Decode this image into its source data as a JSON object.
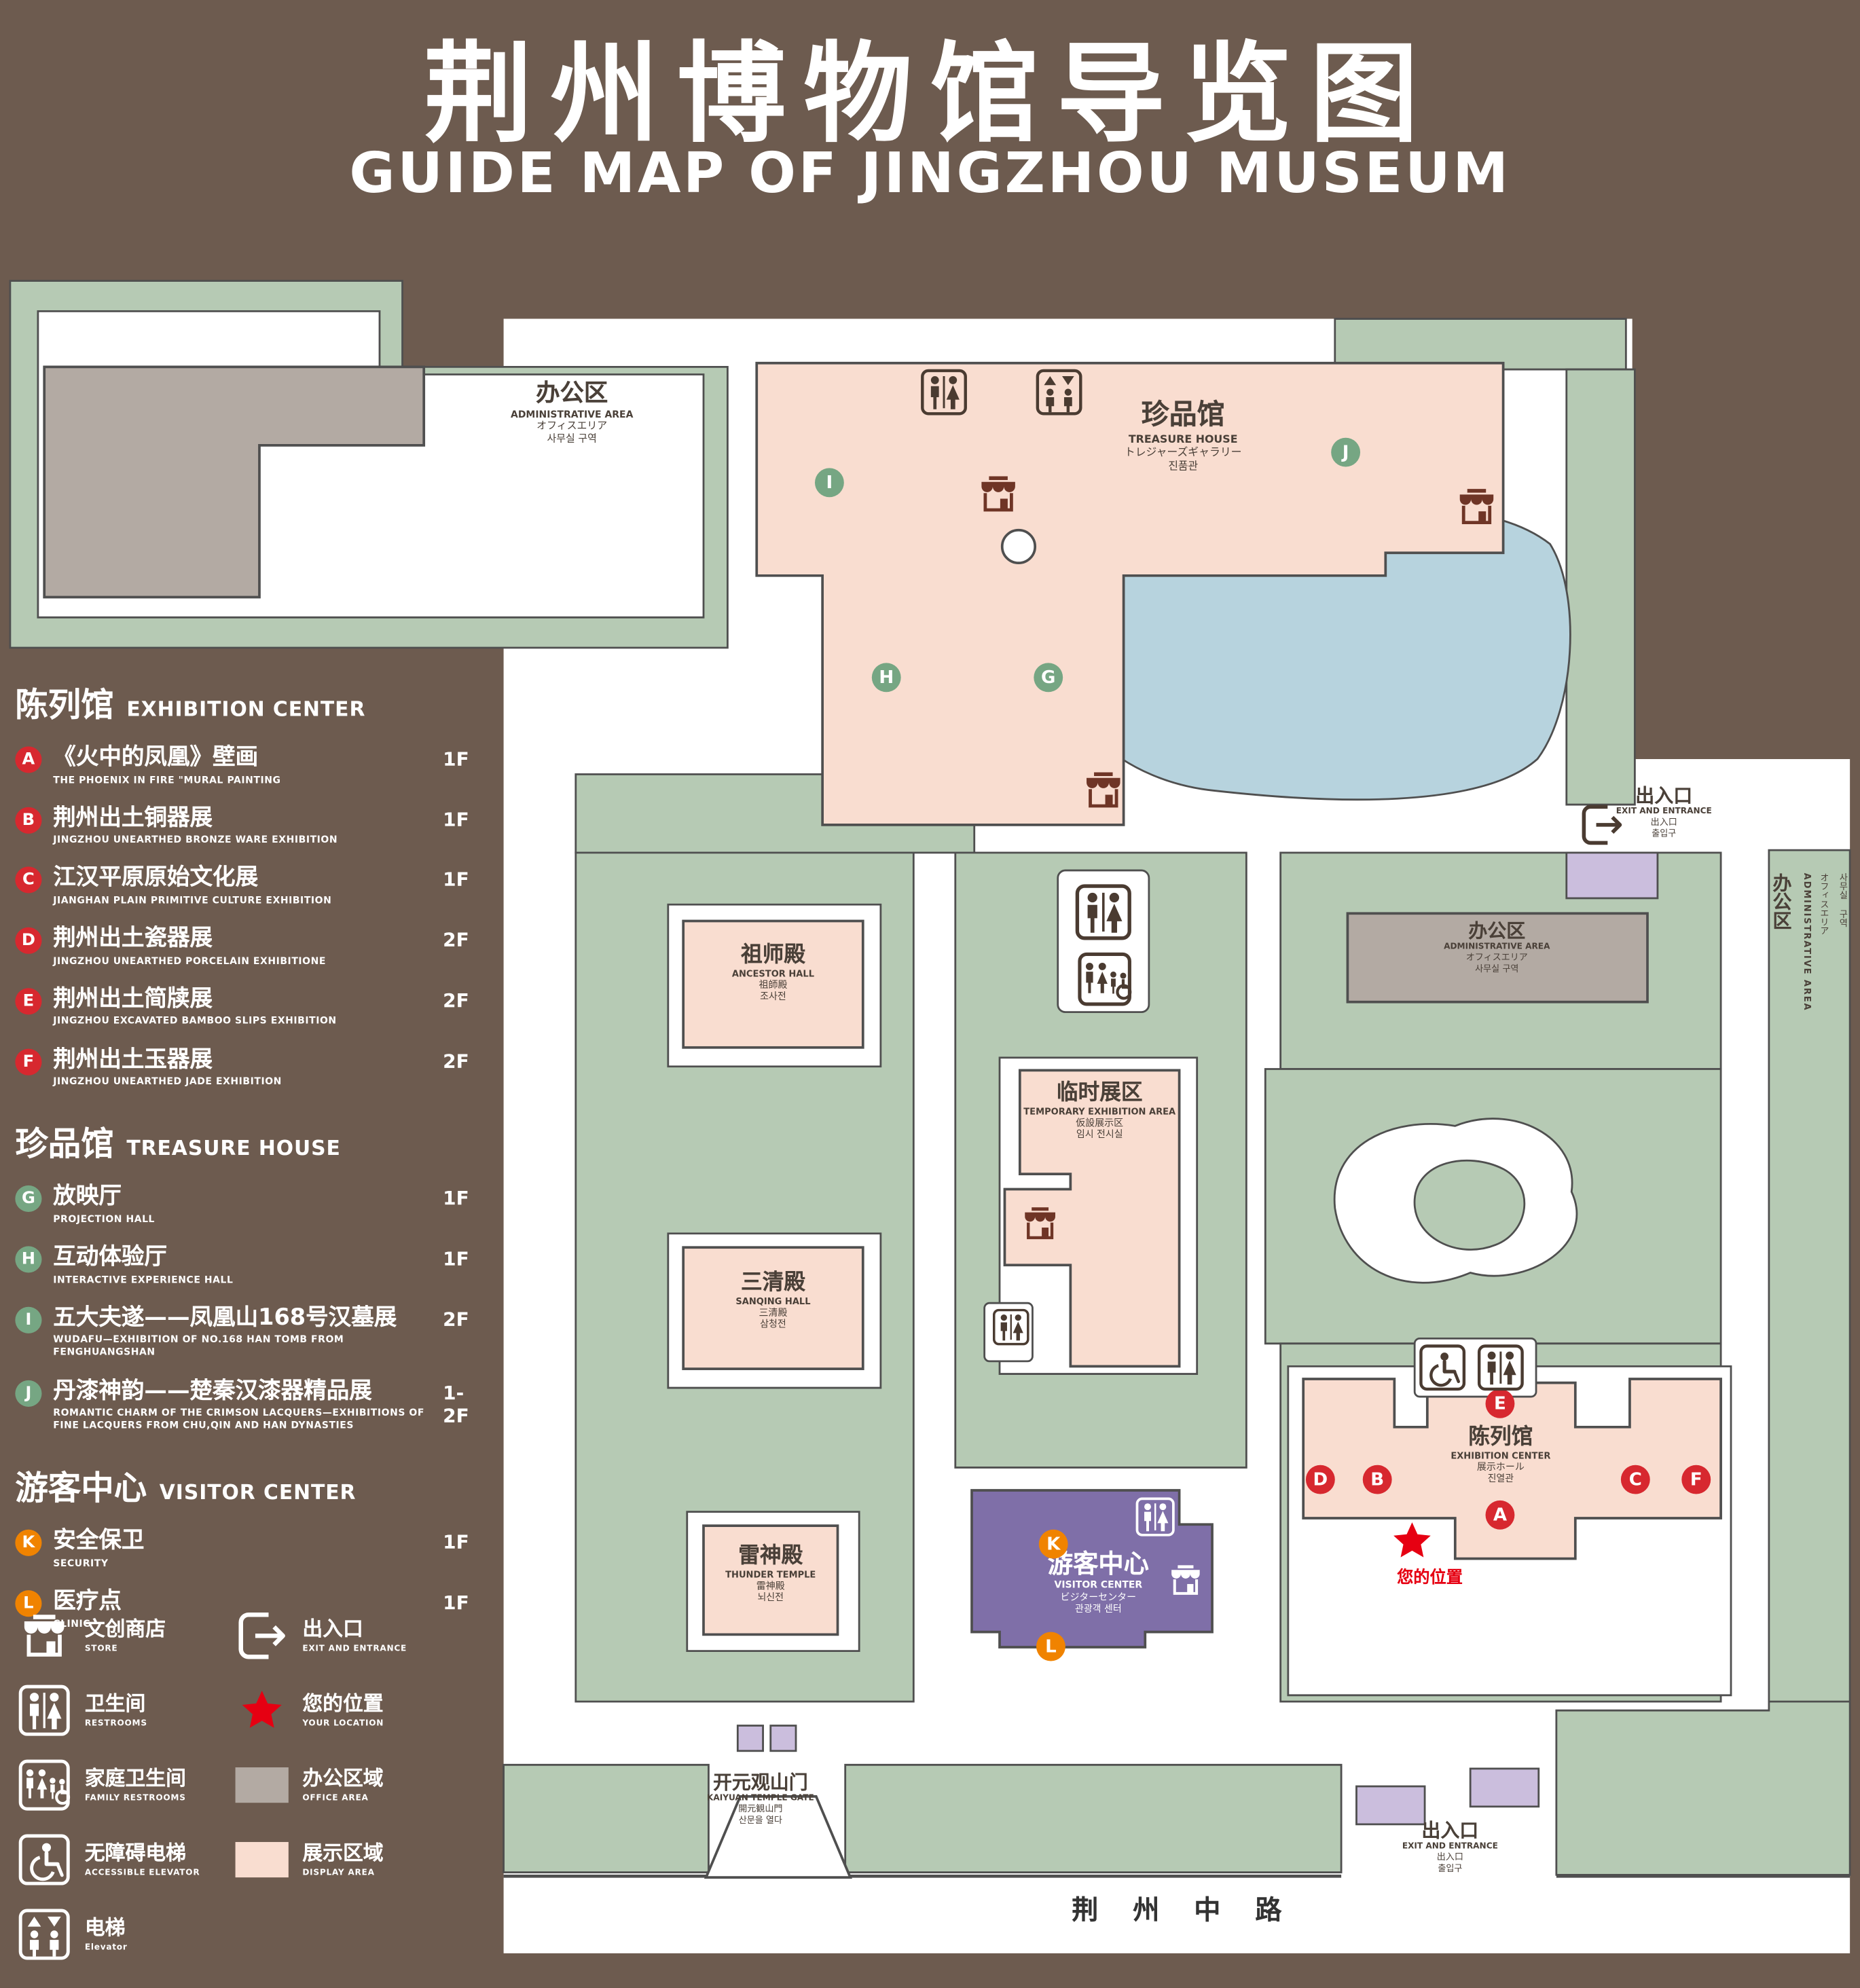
{
  "title": {
    "zh": "荆州博物馆导览图",
    "en": "GUIDE MAP OF JINGZHOU MUSEUM"
  },
  "colors": {
    "background": "#6d5b4f",
    "lawn": "#b6cab4",
    "display_area": "#f9ddd0",
    "office_area": "#b3aaa3",
    "water": "#b7d3de",
    "visitor_center": "#7f6fa8",
    "gate_pad": "#cbbedd",
    "marker_red": "#d7282f",
    "marker_green": "#76a683",
    "marker_orange": "#f08300",
    "location_red": "#e60012"
  },
  "sidebar": {
    "sections": [
      {
        "zh": "陈列馆",
        "en": "EXHIBITION CENTER",
        "items": [
          {
            "letter": "A",
            "zh": "《火中的凤凰》壁画",
            "en": "THE PHOENIX IN FIRE \"MURAL PAINTING",
            "floor": "1F"
          },
          {
            "letter": "B",
            "zh": "荆州出土铜器展",
            "en": "JINGZHOU UNEARTHED BRONZE WARE EXHIBITION",
            "floor": "1F"
          },
          {
            "letter": "C",
            "zh": "江汉平原原始文化展",
            "en": "JIANGHAN PLAIN PRIMITIVE CULTURE EXHIBITION",
            "floor": "1F"
          },
          {
            "letter": "D",
            "zh": "荆州出土瓷器展",
            "en": "JINGZHOU UNEARTHED PORCELAIN EXHIBITIONE",
            "floor": "2F"
          },
          {
            "letter": "E",
            "zh": "荆州出土简牍展",
            "en": "JINGZHOU EXCAVATED BAMBOO SLIPS EXHIBITION",
            "floor": "2F"
          },
          {
            "letter": "F",
            "zh": "荆州出土玉器展",
            "en": "JINGZHOU UNEARTHED JADE EXHIBITION",
            "floor": "2F"
          }
        ]
      },
      {
        "zh": "珍品馆",
        "en": "TREASURE HOUSE",
        "items": [
          {
            "letter": "G",
            "zh": "放映厅",
            "en": "PROJECTION HALL",
            "floor": "1F"
          },
          {
            "letter": "H",
            "zh": "互动体验厅",
            "en": "INTERACTIVE EXPERIENCE HALL",
            "floor": "1F"
          },
          {
            "letter": "I",
            "zh": "五大夫遂——凤凰山168号汉墓展",
            "en": "WUDAFU—EXHIBITION OF NO.168 HAN TOMB FROM FENGHUANGSHAN",
            "floor": "2F"
          },
          {
            "letter": "J",
            "zh": "丹漆神韵——楚秦汉漆器精品展",
            "en": "ROMANTIC CHARM OF THE CRIMSON LACQUERS—EXHIBITIONS OF FINE LACQUERS FROM CHU,QIN AND HAN DYNASTIES",
            "floor": "1-2F"
          }
        ]
      },
      {
        "zh": "游客中心",
        "en": "VISITOR CENTER",
        "items": [
          {
            "letter": "K",
            "zh": "安全保卫",
            "en": "SECURITY",
            "floor": "1F"
          },
          {
            "letter": "L",
            "zh": "医疗点",
            "en": "CLINIC",
            "floor": "1F"
          }
        ]
      }
    ]
  },
  "legend": {
    "items": [
      {
        "icon": "store-icon",
        "zh": "文创商店",
        "en": "STORE"
      },
      {
        "icon": "restrooms-icon",
        "zh": "卫生间",
        "en": "RESTROOMS"
      },
      {
        "icon": "family-restrooms-icon",
        "zh": "家庭卫生间",
        "en": "FAMILY RESTROOMS"
      },
      {
        "icon": "accessible-elevator-icon",
        "zh": "无障碍电梯",
        "en": "ACCESSIBLE ELEVATOR"
      },
      {
        "icon": "elevator-icon",
        "zh": "电梯",
        "en": "Elevator"
      },
      {
        "icon": "exit-icon",
        "zh": "出入口",
        "en": "EXIT AND ENTRANCE"
      },
      {
        "icon": "your-location-star",
        "zh": "您的位置",
        "en": "YOUR LOCATION"
      },
      {
        "icon": "office-area-swatch",
        "zh": "办公区域",
        "en": "OFFICE AREA"
      },
      {
        "icon": "display-area-swatch",
        "zh": "展示区域",
        "en": "DISPLAY AREA"
      }
    ]
  },
  "map": {
    "labels": {
      "admin_tl": {
        "zh": "办公区",
        "en": "ADMINISTRATIVE AREA",
        "jp": "オフィスエリア",
        "kr": "사무실 구역"
      },
      "treasure": {
        "zh": "珍品馆",
        "en": "TREASURE HOUSE",
        "jp": "トレジャーズギャラリー",
        "kr": "진품관"
      },
      "exit_right": {
        "zh": "出入口",
        "en": "EXIT AND ENTRANCE",
        "jp": "出入口",
        "kr": "출입구"
      },
      "admin_right": {
        "zh": "办公区",
        "en": "ADMINISTRATIVE AREA",
        "jp": "オフィスエリア",
        "kr": "사무실 구역"
      },
      "ancestor": {
        "zh": "祖师殿",
        "en": "ANCESTOR HALL",
        "jp": "祖師殿",
        "kr": "조사전"
      },
      "temporary": {
        "zh": "临时展区",
        "en": "TEMPORARY EXHIBITION AREA",
        "jp": "仮設展示区",
        "kr": "임시 전시실"
      },
      "sanqing": {
        "zh": "三清殿",
        "en": "SANQING HALL",
        "jp": "三清殿",
        "kr": "삼청전"
      },
      "thunder": {
        "zh": "雷神殿",
        "en": "THUNDER TEMPLE",
        "jp": "雷神殿",
        "kr": "뇌신전"
      },
      "visitor": {
        "zh": "游客中心",
        "en": "VISITOR CENTER",
        "jp": "ビジターセンター",
        "kr": "관광객 센터"
      },
      "exhibition": {
        "zh": "陈列馆",
        "en": "EXHIBITION CENTER",
        "jp": "展示ホール",
        "kr": "진열관"
      },
      "gate": {
        "zh": "开元观山门",
        "en": "KAIYUAN TEMPLE GATE",
        "jp": "開元観山門",
        "kr": "산문을 열다"
      },
      "exit_bottom": {
        "zh": "出入口",
        "en": "EXIT AND ENTRANCE",
        "jp": "出入口",
        "kr": "출입구"
      },
      "admin_strip": {
        "zh": "办公区",
        "en": "ADMINISTRATIVE AREA",
        "jp": "オフィスエリア",
        "kr": "사무실 구역"
      },
      "your_location": "您的位置",
      "road": "荆 州 中 路"
    },
    "markers": [
      {
        "letter": "I"
      },
      {
        "letter": "J"
      },
      {
        "letter": "H"
      },
      {
        "letter": "G"
      },
      {
        "letter": "E"
      },
      {
        "letter": "D"
      },
      {
        "letter": "B"
      },
      {
        "letter": "C"
      },
      {
        "letter": "F"
      },
      {
        "letter": "A"
      },
      {
        "letter": "K"
      },
      {
        "letter": "L"
      }
    ]
  }
}
